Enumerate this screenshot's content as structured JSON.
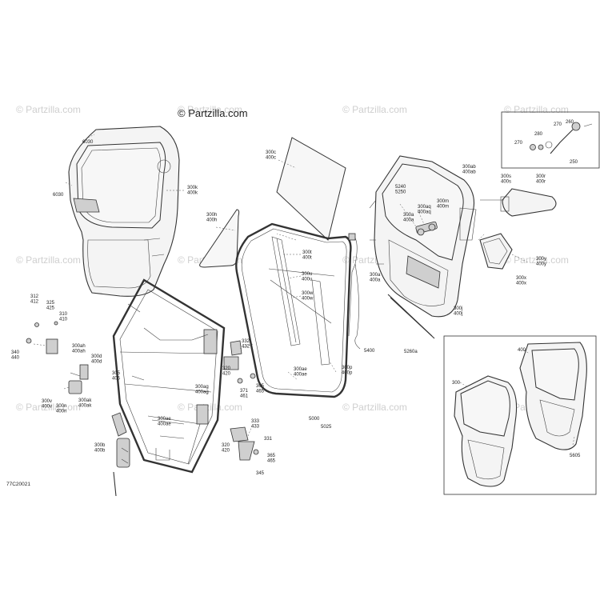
{
  "header": {
    "title": "© Partzilla.com"
  },
  "watermark": "© Partzilla.com",
  "diagram_id": "77C20021",
  "labels": [
    "6030",
    "6030",
    "300k\n400k",
    "300c\n400c",
    "300h\n400h",
    "300ab\n400ab",
    "5240\n5250",
    "300m\n400m",
    "300aq\n400aq",
    "300a\n400a",
    "300s\n400s",
    "300r\n400r",
    "300a\n400a",
    "300t\n400t",
    "300u\n400u",
    "300w\n400w",
    "300y\n400y",
    "300x\n400x",
    "300j\n400j",
    "5260a",
    "5400",
    "312\n412",
    "325\n425",
    "310\n410",
    "340\n440",
    "300ah\n400ah",
    "300d\n400d",
    "305\n405",
    "300v\n400v",
    "300n\n400n",
    "300ak\n400ak",
    "300b\n400b",
    "332\n432",
    "320\n420",
    "300ag\n400ag",
    "371\n461",
    "365\n465",
    "300ae\n400ae",
    "333\n433",
    "320\n420",
    "331",
    "365\n465",
    "345",
    "300ae\n400ae",
    "300p\n400p",
    "5000",
    "5025",
    "260",
    "270",
    "280",
    "270",
    "250",
    "400",
    "300",
    "5605"
  ]
}
